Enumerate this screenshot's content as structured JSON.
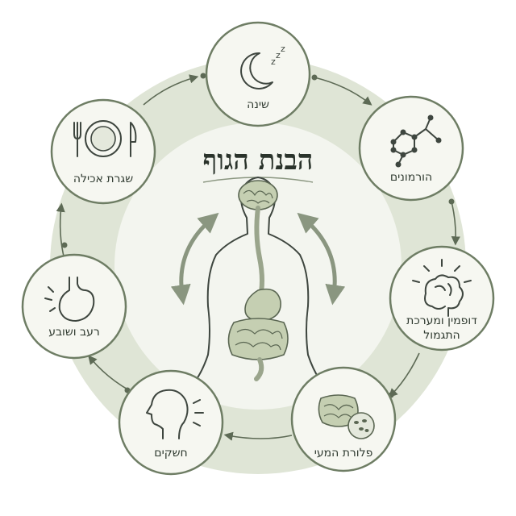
{
  "title": "הבנת הגוף",
  "nodes": [
    {
      "id": "sleep",
      "label": "שינה",
      "icon": "moon-stars-icon"
    },
    {
      "id": "hormones",
      "label": "הורמונים",
      "icon": "molecule-icon"
    },
    {
      "id": "dopamine",
      "label_line1": "דופמין ומערכת",
      "label_line2": "התגמול",
      "icon": "brain-icon"
    },
    {
      "id": "gut",
      "label": "פלורת המעי",
      "icon": "intestine-bacteria-icon"
    },
    {
      "id": "cravings",
      "label": "חשקים",
      "icon": "head-profile-icon"
    },
    {
      "id": "hunger",
      "label": "רעב ושובע",
      "icon": "stomach-icon"
    },
    {
      "id": "routine",
      "label": "שגרת אכילה",
      "icon": "plate-fork-knife-icon"
    }
  ],
  "colors": {
    "outer_ring": "#dfe5d6",
    "inner_disc": "#f3f5ef",
    "node_fill": "#f6f7f1",
    "node_stroke": "#6e7d64",
    "arrow": "#5d6a55",
    "organ": "#c5cfb2"
  }
}
